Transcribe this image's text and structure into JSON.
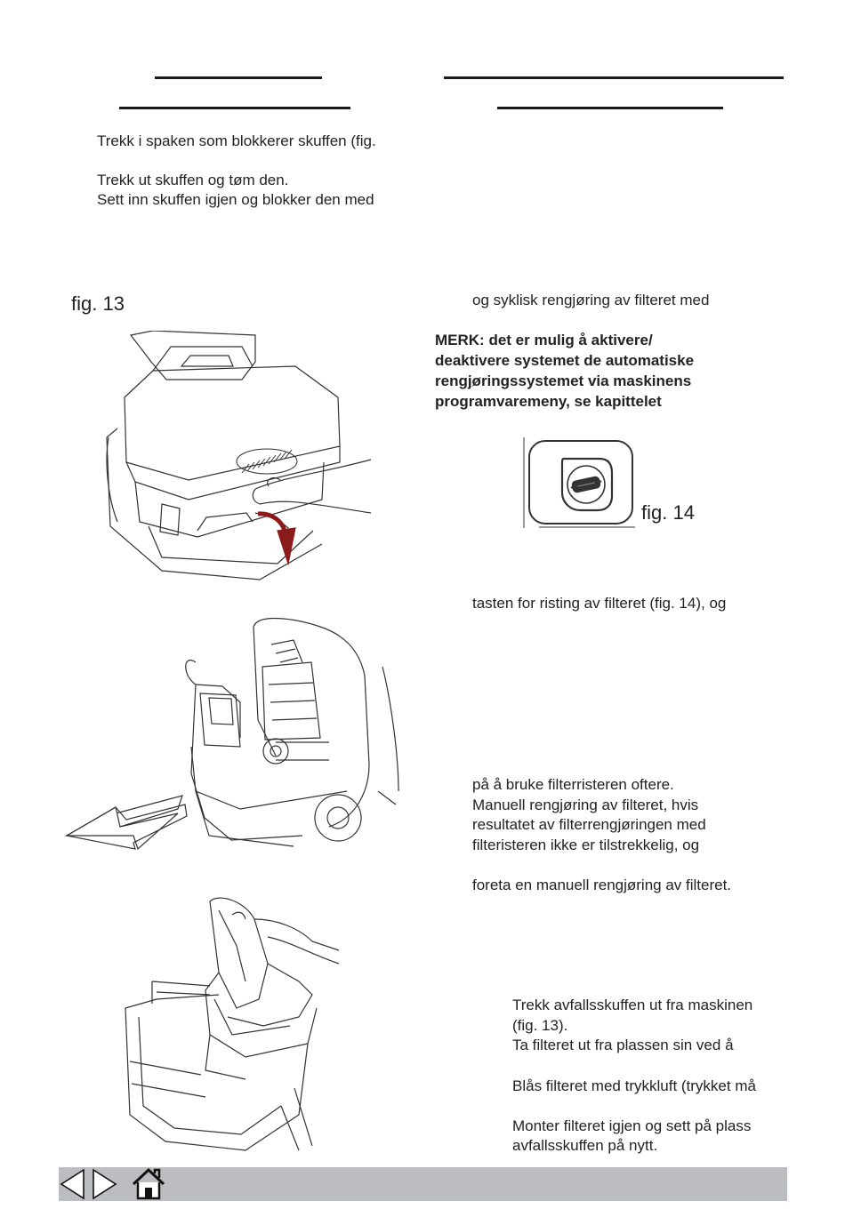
{
  "left_column": {
    "text_block_1": [
      "Trekk i spaken som blokkerer skuffen (fig.",
      "Trekk ut skuffen og tøm den.",
      "Sett inn skuffen igjen og blokker den med"
    ],
    "fig13_label": "fig. 13"
  },
  "right_column": {
    "line_syklisk": "og syklisk rengjøring av filteret med",
    "note_lines": [
      "MERK: det er mulig å aktivere/",
      "deaktivere systemet de automatiske",
      "rengjøringssystemet via maskinens",
      "programvaremeny, se kapittelet"
    ],
    "fig14_label": "fig. 14",
    "line_tasten": "tasten for risting av filteret (fig. 14), og",
    "block_filterrister": [
      "på å bruke filterristeren oftere.",
      "Manuell rengjøring av filteret, hvis",
      "resultatet av filterrengjøringen med",
      "filteristeren ikke er tilstrekkelig, og"
    ],
    "line_foreta": "foreta en manuell rengjøring av filteret.",
    "steps": [
      "Trekk avfallsskuffen ut fra maskinen",
      "(fig. 13).",
      "Ta filteret ut fra plassen sin ved å",
      "Blås filteret med trykkluft (trykket må",
      "Monter filteret igjen og sett på plass",
      "avfallsskuffen på nytt."
    ]
  },
  "colors": {
    "navbar": "#bcbdc0",
    "arrow_accent": "#8b1a1a"
  },
  "footer": {
    "icons": [
      "prev-page-icon",
      "next-page-icon",
      "home-icon"
    ]
  }
}
